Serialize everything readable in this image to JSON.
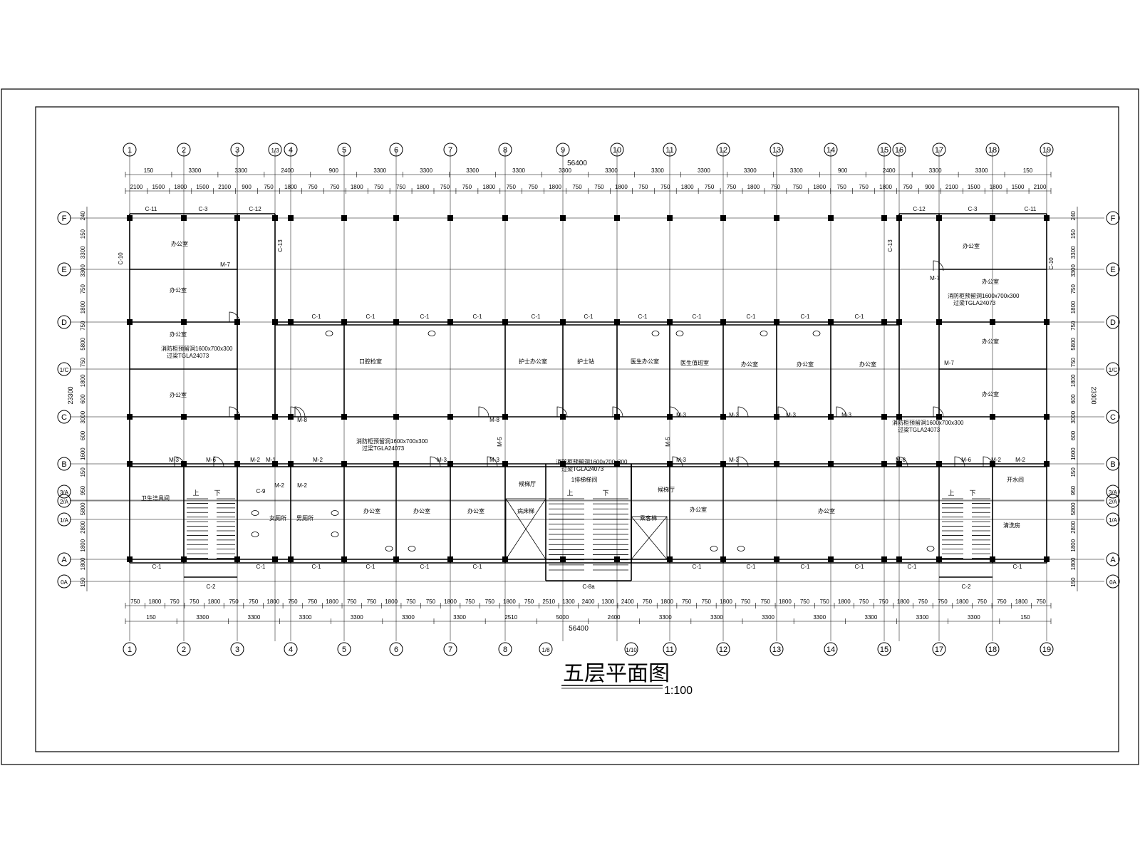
{
  "drawing": {
    "title": "五层平面图",
    "scale": "1:100",
    "overall_dimension": "56400"
  },
  "axes": {
    "vertical": [
      "1",
      "2",
      "3",
      "1/3",
      "4",
      "5",
      "6",
      "7",
      "8",
      "9",
      "10",
      "11",
      "12",
      "13",
      "14",
      "15",
      "16",
      "17",
      "18",
      "19"
    ],
    "vertical_bottom": [
      "1",
      "2",
      "3",
      "4",
      "5",
      "6",
      "7",
      "8",
      "1/8",
      "1/10",
      "11",
      "12",
      "13",
      "14",
      "15",
      "17",
      "18",
      "19"
    ],
    "horizontal": [
      "F",
      "E",
      "D",
      "1/C",
      "C",
      "B",
      "3/A",
      "2/A",
      "1/A",
      "A",
      "0A"
    ]
  },
  "dimensions": {
    "top_row1": [
      "150",
      "3300",
      "3300",
      "2400",
      "900",
      "3300",
      "3300",
      "3300",
      "3300",
      "3300",
      "3300",
      "3300",
      "3300",
      "3300",
      "3300",
      "900",
      "2400",
      "3300",
      "3300",
      "150"
    ],
    "top_row2": [
      "2100",
      "1500",
      "1800",
      "1500",
      "2100",
      "900",
      "750",
      "1800",
      "750",
      "750",
      "1800",
      "750",
      "750",
      "1800",
      "750",
      "750",
      "1800",
      "750",
      "750",
      "1800",
      "750",
      "750",
      "1800",
      "750",
      "750",
      "1800",
      "750",
      "750",
      "1800",
      "750",
      "750",
      "1800",
      "750",
      "750",
      "1800",
      "750",
      "900",
      "2100",
      "1500",
      "1800",
      "1500",
      "2100"
    ],
    "bottom_row1": [
      "750",
      "1800",
      "750",
      "750",
      "1800",
      "750",
      "750",
      "1800",
      "750",
      "750",
      "1800",
      "750",
      "750",
      "1800",
      "750",
      "750",
      "1800",
      "750",
      "750",
      "1800",
      "750",
      "2510",
      "1300",
      "2400",
      "1300",
      "2400",
      "750",
      "1800",
      "750",
      "750",
      "1800",
      "750",
      "750",
      "1800",
      "750",
      "750",
      "1800",
      "750",
      "750",
      "1800",
      "750",
      "750",
      "1800",
      "750",
      "750",
      "1800",
      "750"
    ],
    "bottom_row2": [
      "150",
      "3300",
      "3300",
      "3300",
      "3300",
      "3300",
      "3300",
      "2510",
      "5000",
      "2400",
      "3300",
      "3300",
      "3300",
      "3300",
      "3300",
      "3300",
      "3300",
      "150"
    ],
    "left": [
      "240",
      "150",
      "3300",
      "3300",
      "750",
      "1800",
      "750",
      "5800",
      "750",
      "1800",
      "600",
      "3000",
      "600",
      "1600",
      "150",
      "950",
      "5800",
      "2800",
      "1800",
      "1800",
      "150"
    ],
    "left_total": "23300",
    "right_total": "23300"
  },
  "rooms": [
    "办公室",
    "办公室",
    "办公室",
    "办公室",
    "口腔检室",
    "护士办公室",
    "护士站",
    "医生办公室",
    "医生值班室",
    "办公室",
    "办公室",
    "办公室",
    "办公室",
    "办公室",
    "办公室",
    "办公室",
    "卫生洁具间",
    "女厕所",
    "男厕所",
    "办公室",
    "办公室",
    "办公室",
    "候梯厅",
    "候梯厅",
    "病床梯",
    "乘客梯",
    "办公室",
    "办公室",
    "开水间",
    "清洗房"
  ],
  "notes": {
    "fire_hydrant": "消防柜预留洞1600x700x300",
    "lintel": "过梁TGLA24073",
    "stair_up": "上",
    "stair_down": "下",
    "elevator_note": "1排梯梯间"
  },
  "windows": [
    "C-11",
    "C-3",
    "C-12",
    "C-13",
    "C-10",
    "C-1",
    "C-2",
    "C-8a",
    "C-9"
  ],
  "doors": [
    "M-7",
    "M-3",
    "M-8",
    "M-6",
    "M-2",
    "M-1",
    "M-5"
  ]
}
